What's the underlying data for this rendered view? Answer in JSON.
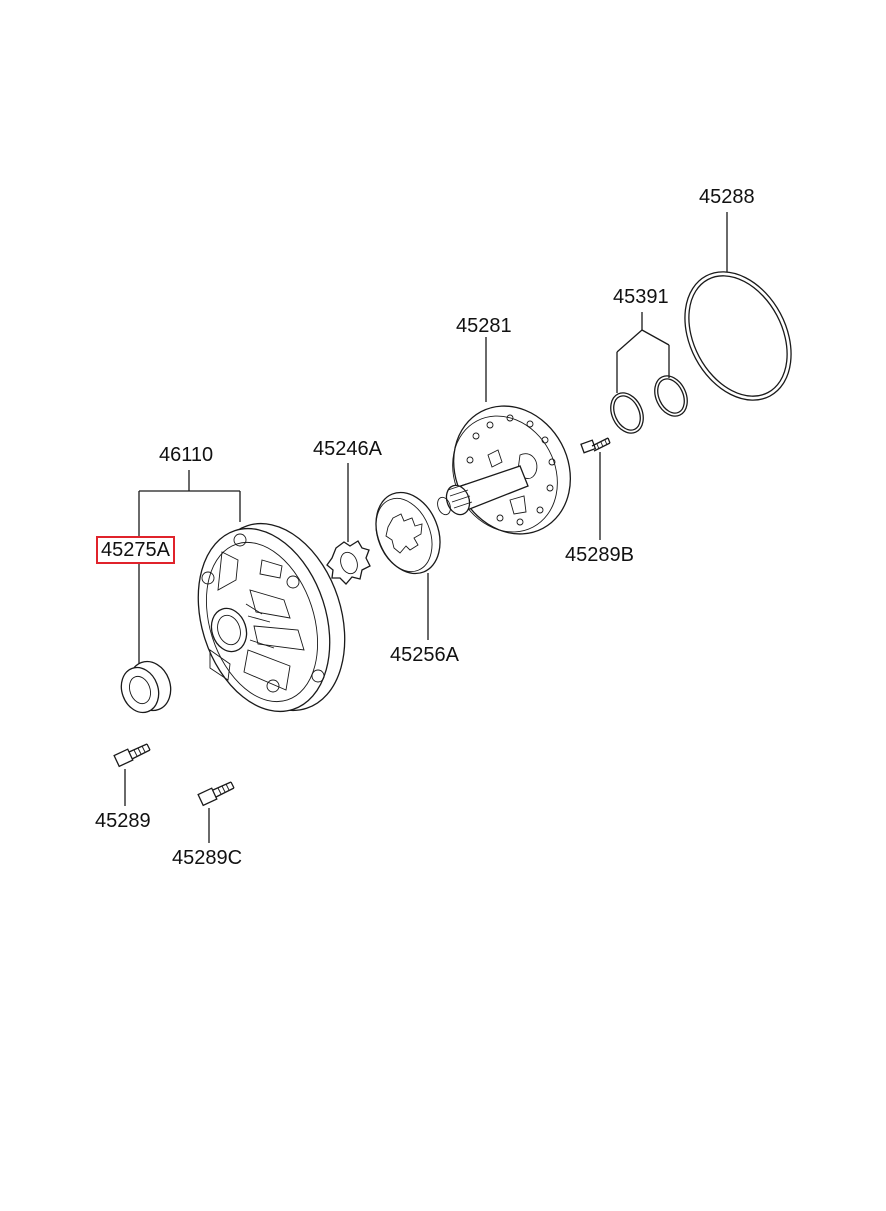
{
  "diagram": {
    "highlight_color": "#e0232b",
    "callouts": [
      {
        "id": "p45288",
        "text": "45288"
      },
      {
        "id": "p45391",
        "text": "45391"
      },
      {
        "id": "p45281",
        "text": "45281"
      },
      {
        "id": "p46110",
        "text": "46110"
      },
      {
        "id": "p45246A",
        "text": "45246A"
      },
      {
        "id": "p45275A",
        "text": "45275A",
        "highlighted": true
      },
      {
        "id": "p45289B",
        "text": "45289B"
      },
      {
        "id": "p45256A",
        "text": "45256A"
      },
      {
        "id": "p45289",
        "text": "45289"
      },
      {
        "id": "p45289C",
        "text": "45289C"
      }
    ]
  }
}
